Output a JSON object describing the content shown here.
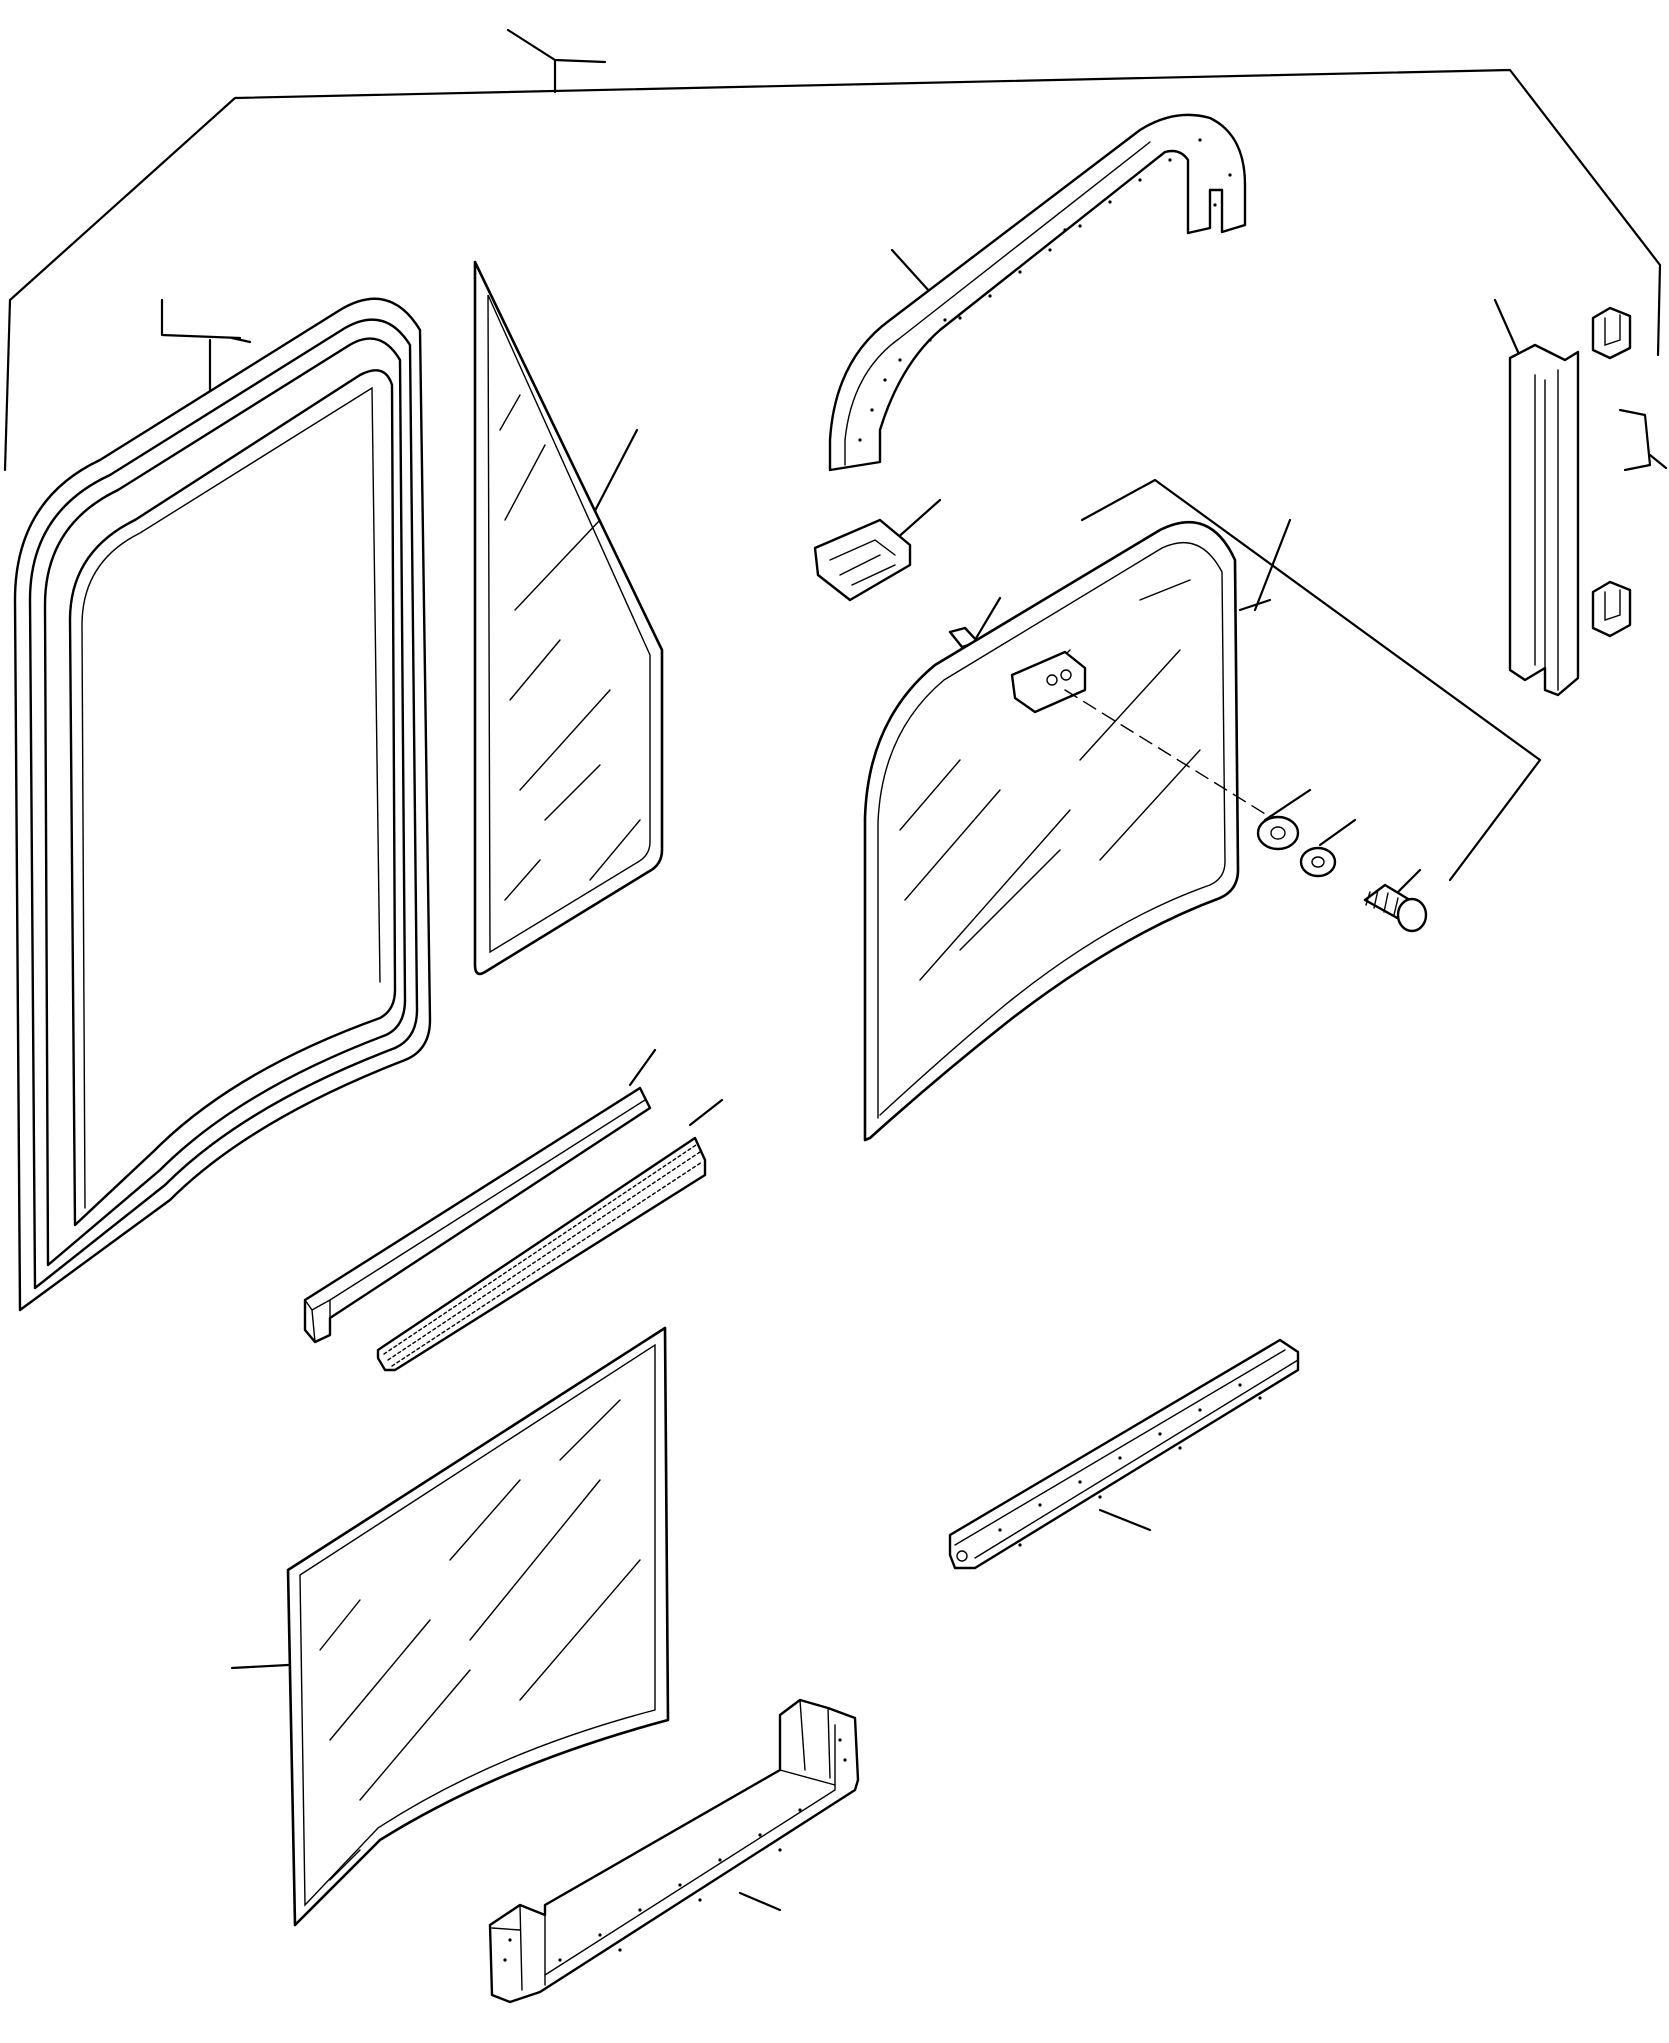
{
  "diagram": {
    "type": "exploded-parts-view",
    "text_labels": [],
    "style": {
      "line_color": "#000000",
      "background": "#ffffff",
      "texture": "stipple"
    },
    "parts": [
      {
        "id": "window-frame-seal",
        "shape": "rounded-frame"
      },
      {
        "id": "corner-glass",
        "shape": "triangular-glass"
      },
      {
        "id": "upper-weatherstrip",
        "shape": "arch-foam"
      },
      {
        "id": "rail-channel",
        "shape": "vertical-channel"
      },
      {
        "id": "channel-clips",
        "shape": "clip",
        "count": 2
      },
      {
        "id": "latch-clip",
        "shape": "clip"
      },
      {
        "id": "pin",
        "shape": "pin"
      },
      {
        "id": "sliding-glass",
        "shape": "rounded-glass"
      },
      {
        "id": "spacer",
        "shape": "bushing"
      },
      {
        "id": "washer",
        "shape": "washer"
      },
      {
        "id": "screw",
        "shape": "screw"
      },
      {
        "id": "guide-rail",
        "shape": "extrusion"
      },
      {
        "id": "brush-seal",
        "shape": "brush-strip"
      },
      {
        "id": "lower-glass",
        "shape": "flat-glass"
      },
      {
        "id": "foam-strip",
        "shape": "foam-bar"
      },
      {
        "id": "bottom-channel",
        "shape": "u-channel"
      }
    ]
  }
}
